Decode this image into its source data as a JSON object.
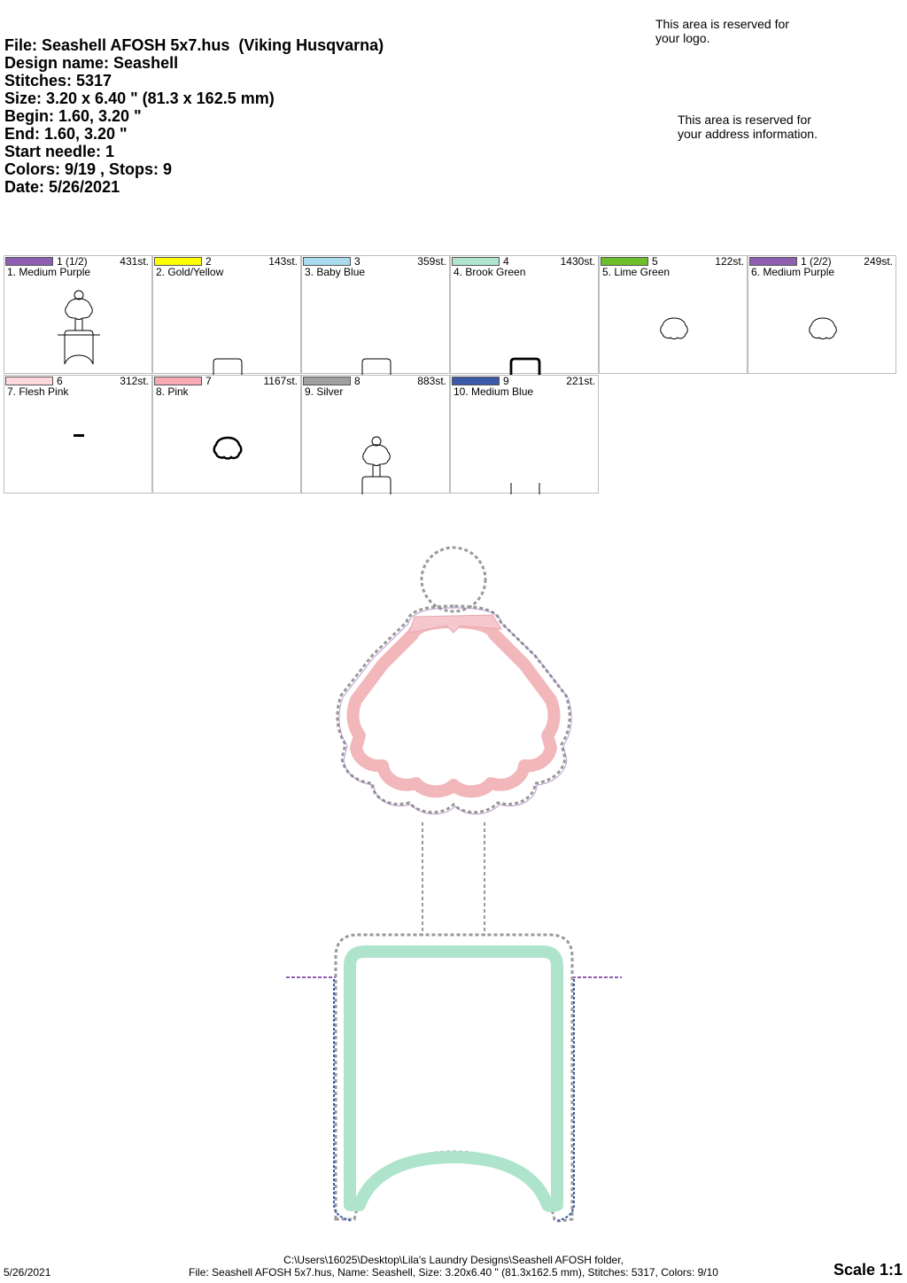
{
  "header": {
    "file_line": "File: Seashell AFOSH 5x7.hus  (Viking Husqvarna)",
    "design_name": "Design name: Seashell",
    "stitches": "Stitches: 5317",
    "size": "Size: 3.20 x 6.40 \" (81.3 x 162.5 mm)",
    "begin": "Begin: 1.60, 3.20 \"",
    "end": "End: 1.60, 3.20 \"",
    "start_needle": "Start needle: 1",
    "colors_stops": "Colors: 9/19 , Stops: 9",
    "date": "Date: 5/26/2021"
  },
  "reserved": {
    "logo": "This area is reserved for\nyour logo.",
    "address": "This area is reserved for\nyour address information."
  },
  "color_steps": [
    {
      "needle": "1 (1/2)",
      "stitches": "431st.",
      "name": "1. Medium Purple",
      "color": "#8e5fb0",
      "thumb": "full"
    },
    {
      "needle": "2",
      "stitches": "143st.",
      "name": "2. Gold/Yellow",
      "color": "#ffff00",
      "thumb": "holder"
    },
    {
      "needle": "3",
      "stitches": "359st.",
      "name": "3. Baby Blue",
      "color": "#aadcf0",
      "thumb": "holder"
    },
    {
      "needle": "4",
      "stitches": "1430st.",
      "name": "4. Brook Green",
      "color": "#b0e6cf",
      "thumb": "holder-bold"
    },
    {
      "needle": "5",
      "stitches": "122st.",
      "name": "5. Lime Green",
      "color": "#6cbf2a",
      "thumb": "shell"
    },
    {
      "needle": "1 (2/2)",
      "stitches": "249st.",
      "name": "6. Medium Purple",
      "color": "#8e5fb0",
      "thumb": "shell"
    },
    {
      "needle": "6",
      "stitches": "312st.",
      "name": "7. Flesh Pink",
      "color": "#ffd8dc",
      "thumb": "dash"
    },
    {
      "needle": "7",
      "stitches": "1167st.",
      "name": "8. Pink",
      "color": "#f7aab4",
      "thumb": "shell-bold"
    },
    {
      "needle": "8",
      "stitches": "883st.",
      "name": "9. Silver",
      "color": "#a0a0a0",
      "thumb": "full-nobar"
    },
    {
      "needle": "9",
      "stitches": "221st.",
      "name": "10. Medium Blue",
      "color": "#3d5aa8",
      "thumb": "sides"
    }
  ],
  "footer": {
    "date": "5/26/2021",
    "path": "C:\\Users\\16025\\Desktop\\Lila's Laundry Designs\\Seashell AFOSH folder,",
    "summary": "File: Seashell AFOSH 5x7.hus, Name: Seashell, Size: 3.20x6.40 \" (81.3x162.5 mm), Stitches: 5317, Colors: 9/10",
    "scale": "Scale 1:1"
  }
}
